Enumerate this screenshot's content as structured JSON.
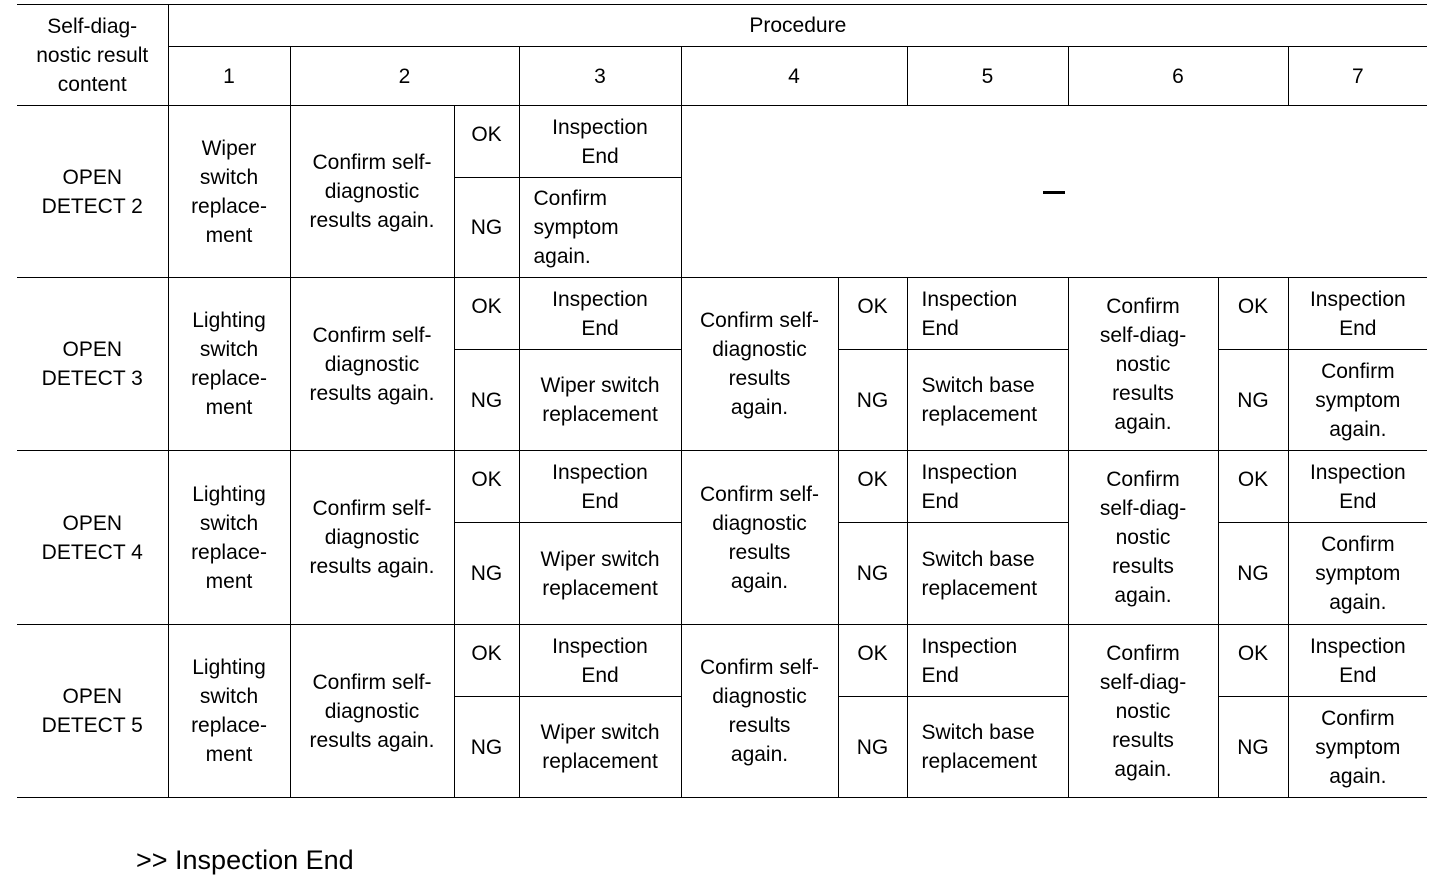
{
  "header": {
    "first_col": "Self-diag-\nnostic result\ncontent",
    "procedure": "Procedure",
    "steps": [
      "1",
      "2",
      "3",
      "4",
      "5",
      "6",
      "7"
    ]
  },
  "rows": [
    {
      "name": "OPEN\nDETECT  2",
      "step1": "Wiper\nswitch\nreplace-\nment",
      "step2": "Confirm self-\ndiagnostic\nresults again.",
      "ok": "OK",
      "ng": "NG",
      "step3_ok": "Inspection\nEnd",
      "step3_ng": "Confirm\nsymptom\nagain.",
      "rest": "—"
    },
    {
      "name": "OPEN\nDETECT  3",
      "step1": "Lighting\nswitch\nreplace-\nment",
      "step2": "Confirm self-\ndiagnostic\nresults again.",
      "ok": "OK",
      "ng": "NG",
      "step3_ok": "Inspection\nEnd",
      "step3_ng": "Wiper switch\nreplacement",
      "step4": "Confirm self-\ndiagnostic\nresults\nagain.",
      "step5_ok": "Inspection\nEnd",
      "step5_ng": "Switch base\nreplacement",
      "step6": "Confirm\nself-diag-\nnostic\nresults\nagain.",
      "step7_ok": "Inspection\nEnd",
      "step7_ng": "Confirm\nsymptom\nagain."
    },
    {
      "name": "OPEN\nDETECT  4",
      "step1": "Lighting\nswitch\nreplace-\nment",
      "step2": "Confirm self-\ndiagnostic\nresults again.",
      "ok": "OK",
      "ng": "NG",
      "step3_ok": "Inspection\nEnd",
      "step3_ng": "Wiper switch\nreplacement",
      "step4": "Confirm self-\ndiagnostic\nresults\nagain.",
      "step5_ok": "Inspection\nEnd",
      "step5_ng": "Switch base\nreplacement",
      "step6": "Confirm\nself-diag-\nnostic\nresults\nagain.",
      "step7_ok": "Inspection\nEnd",
      "step7_ng": "Confirm\nsymptom\nagain."
    },
    {
      "name": "OPEN\nDETECT  5",
      "step1": "Lighting\nswitch\nreplace-\nment",
      "step2": "Confirm self-\ndiagnostic\nresults again.",
      "ok": "OK",
      "ng": "NG",
      "step3_ok": "Inspection\nEnd",
      "step3_ng": "Wiper switch\nreplacement",
      "step4": "Confirm self-\ndiagnostic\nresults\nagain.",
      "step5_ok": "Inspection\nEnd",
      "step5_ng": "Switch base\nreplacement",
      "step6": "Confirm\nself-diag-\nnostic\nresults\nagain.",
      "step7_ok": "Inspection\nEnd",
      "step7_ng": "Confirm\nsymptom\nagain."
    }
  ],
  "footer": ">> Inspection End"
}
